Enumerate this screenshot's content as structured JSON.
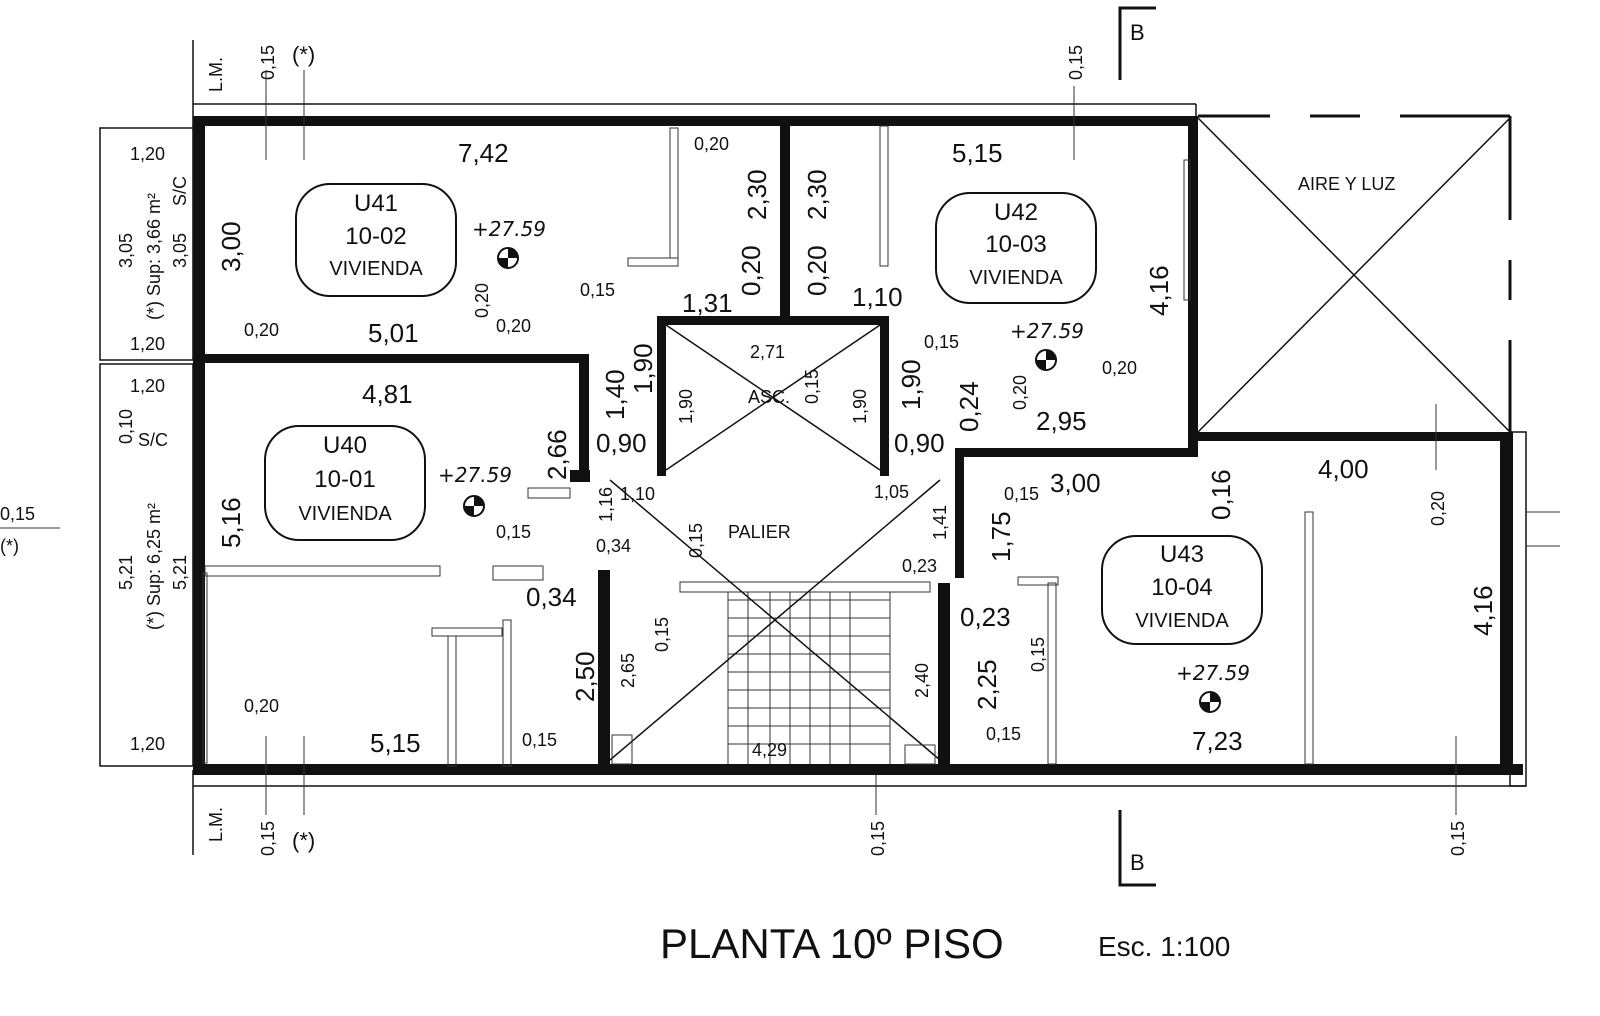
{
  "title": "PLANTA 10º PISO",
  "scale": "Esc. 1:100",
  "section_label": "B",
  "lm": "L.M.",
  "asterisk": "(*)",
  "dim_015": "0,15",
  "dim_020": "0,20",
  "units": [
    {
      "code": "U41",
      "number": "10-02",
      "type": "VIVIENDA"
    },
    {
      "code": "U42",
      "number": "10-03",
      "type": "VIVIENDA"
    },
    {
      "code": "U40",
      "number": "10-01",
      "type": "VIVIENDA"
    },
    {
      "code": "U43",
      "number": "10-04",
      "type": "VIVIENDA"
    }
  ],
  "level": "+27.59",
  "labels": {
    "aire_luz": "AIRE Y LUZ",
    "asc": "ASC.",
    "palier": "PALIER",
    "sc": "S/C",
    "sup_top": "(*) Sup: 3,66 m²",
    "sup_bottom": "(*) Sup: 6,25 m²"
  },
  "dims": {
    "d742": "7,42",
    "d515": "5,15",
    "d501": "5,01",
    "d481": "4,81",
    "d300": "3,00",
    "d516": "5,16",
    "d416": "4,16",
    "d230": "2,30",
    "d131": "1,31",
    "d110": "1,10",
    "d190": "1,90",
    "d140": "1,40",
    "d090": "0,90",
    "d266": "2,66",
    "d271": "2,71",
    "d024": "0,24",
    "d295": "2,95",
    "d400": "4,00",
    "d016": "0,16",
    "d175": "1,75",
    "d141": "1,41",
    "d105": "1,05",
    "d116": "1,16",
    "d034": "0,34",
    "d023": "0,23",
    "d250": "2,50",
    "d265": "2,65",
    "d240": "2,40",
    "d225": "2,25",
    "d429": "4,29",
    "d723": "7,23",
    "d120": "1,20",
    "d305": "3,05",
    "d521": "5,21",
    "d010": "0,10"
  }
}
